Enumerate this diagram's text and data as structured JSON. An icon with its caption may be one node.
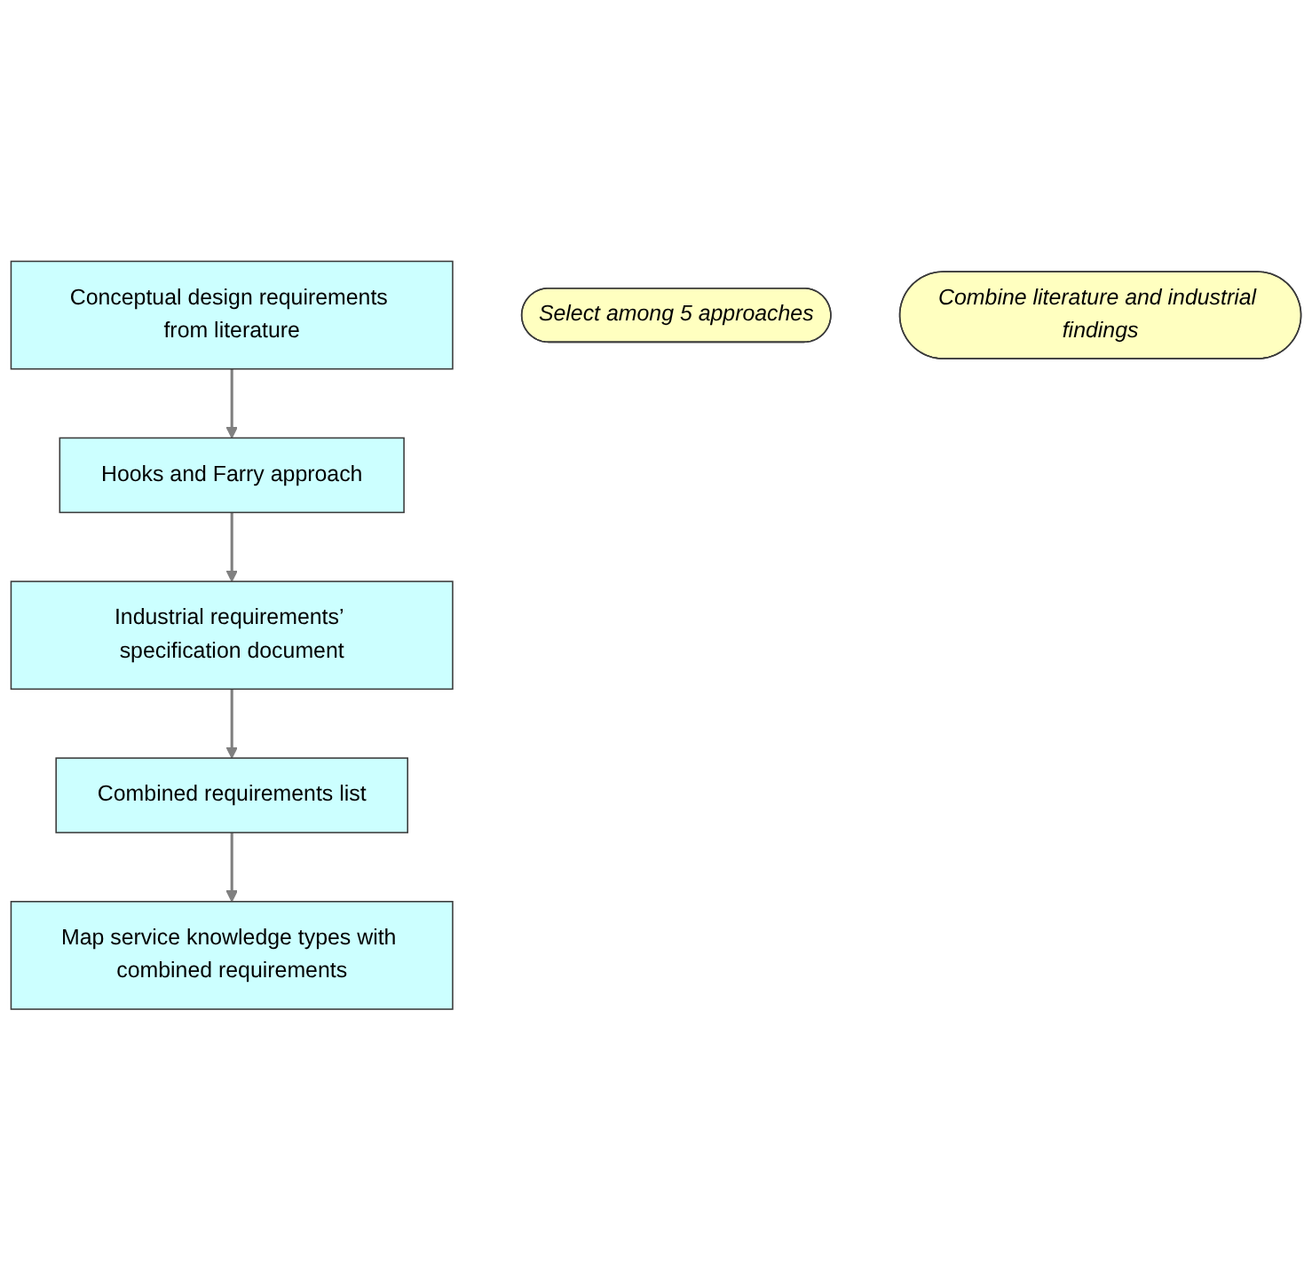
{
  "diagram": {
    "nodes": [
      {
        "text": [
          "Conceptual design requirements from literature"
        ]
      },
      {
        "text": [
          "Hooks and Farry approach"
        ]
      },
      {
        "text": [
          "Industrial requirements’ specification document"
        ]
      },
      {
        "text": [
          "Combined requirements list"
        ]
      },
      {
        "text": [
          "Map service knowledge types with combined requirements"
        ]
      },
      {
        "text": [
          "Select among 5 approaches"
        ]
      },
      {
        "text": [
          "Combine literature and industrial findings"
        ]
      }
    ],
    "edges": [
      {
        "from": 0,
        "to": 1,
        "arrow": "to"
      },
      {
        "from": 1,
        "to": 2,
        "arrow": "to"
      },
      {
        "from": 2,
        "to": 3,
        "arrow": "to"
      },
      {
        "from": 3,
        "to": 4,
        "arrow": "to"
      }
    ]
  }
}
